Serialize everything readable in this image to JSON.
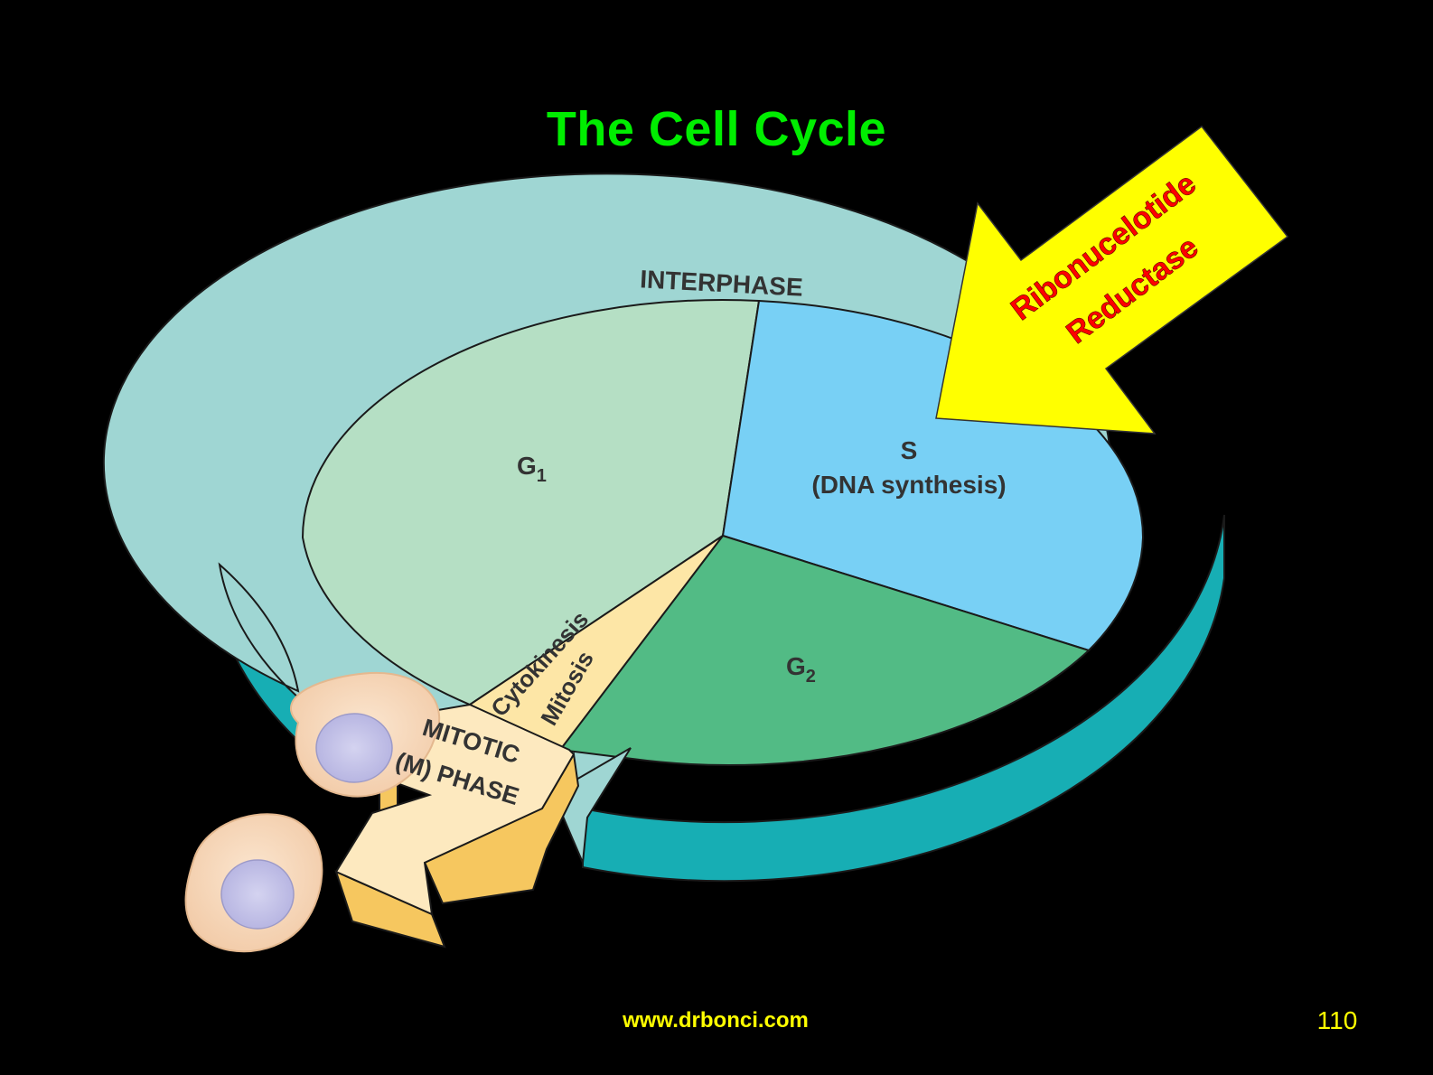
{
  "title": "The Cell Cycle",
  "ring_label": "INTERPHASE",
  "phases": {
    "g1": {
      "letter": "G",
      "sub": "1"
    },
    "s": {
      "name": "S",
      "desc": "(DNA synthesis)"
    },
    "g2": {
      "letter": "G",
      "sub": "2"
    }
  },
  "mitosis": {
    "cytokinesis": "Cytokinesis",
    "mitosis": "Mitosis",
    "phase_line1": "MITOTIC",
    "phase_line2": "(M) PHASE"
  },
  "callout": {
    "line1": "Ribonucelotide",
    "line2": "Reductase"
  },
  "footer": {
    "url": "www.drbonci.com",
    "page": "110"
  },
  "colors": {
    "background": "#000000",
    "title": "#00ee00",
    "ring_top": "#9fd6d3",
    "ring_side": "#17aeb4",
    "g1": "#b5dfc4",
    "s": "#78d0f5",
    "g2": "#52bb85",
    "mitosis_wedge": "#fde6a6",
    "arrow_callout": "#ffff00",
    "callout_text": "#ff0000",
    "footer_text": "#ffff00"
  }
}
